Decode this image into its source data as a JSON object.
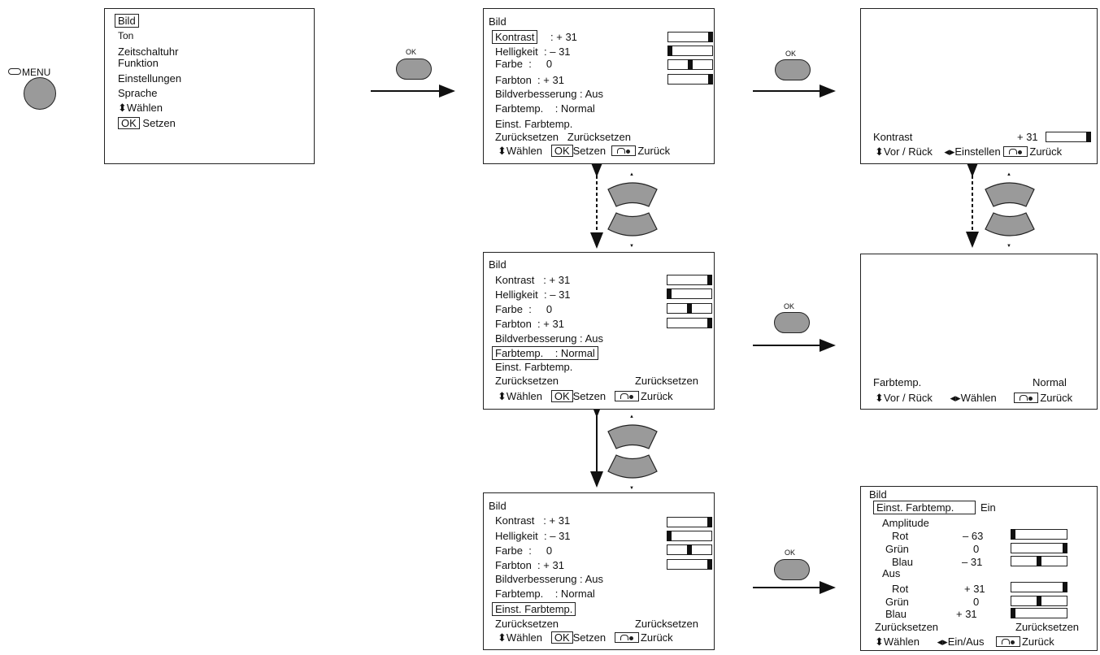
{
  "remote": {
    "menu_label": "MENU",
    "ok_label": "OK"
  },
  "menu1": {
    "items": [
      "Bild",
      "Ton",
      "Zeitschaltuhr",
      "Funktion",
      "Einstellungen",
      "Sprache"
    ],
    "nav_select": "Wählen",
    "ok_key": "OK",
    "nav_set": "Setzen"
  },
  "bild": {
    "title": "Bild",
    "kontrast": "Kontrast",
    "kontrast_sep": ":",
    "kontrast_val": "+ 31",
    "helligkeit": "Helligkeit",
    "helligkeit_sep": ":",
    "helligkeit_val": "– 31",
    "farbe": "Farbe",
    "farbe_sep": ":",
    "farbe_val": "0",
    "farbton": "Farbton",
    "farbton_sep": ":",
    "farbton_val": "+ 31",
    "bildverbesserung": "Bildverbesserung  :  Aus",
    "farbtemp": "Farbtemp.",
    "farbtemp_val": ":  Normal",
    "einst_farbtemp": "Einst. Farbtemp.",
    "zuruecksetzen": "Zurücksetzen",
    "zuruecksetzen_val": "Zurücksetzen",
    "nav_select": "Wählen",
    "ok_key": "OK",
    "nav_set": "Setzen",
    "nav_back": "Zurück"
  },
  "kontrast_screen": {
    "label": "Kontrast",
    "value": "+ 31",
    "nav_prev": "Vor / Rück",
    "nav_adjust": "Einstellen",
    "nav_back": "Zurück"
  },
  "farbtemp_screen": {
    "label": "Farbtemp.",
    "value": "Normal",
    "nav_prev": "Vor / Rück",
    "nav_select": "Wählen",
    "nav_back": "Zurück"
  },
  "einst_screen": {
    "title": "Bild",
    "einst_label": "Einst. Farbtemp.",
    "einst_val": "Ein",
    "amplitude": "Amplitude",
    "rot": "Rot",
    "rot_val": "– 63",
    "gruen": "Grün",
    "gruen_val": "0",
    "blau": "Blau",
    "blau_val": "– 31",
    "aus": "Aus",
    "rot2": "Rot",
    "rot2_val": "+ 31",
    "gruen2": "Grün",
    "gruen2_val": "0",
    "blau2": "Blau",
    "blau2_val": "+ 31",
    "zuruecksetzen": "Zurücksetzen",
    "zuruecksetzen_val": "Zurücksetzen",
    "nav_select": "Wählen",
    "nav_onoff": "Ein/Aus",
    "nav_back": "Zurück"
  }
}
